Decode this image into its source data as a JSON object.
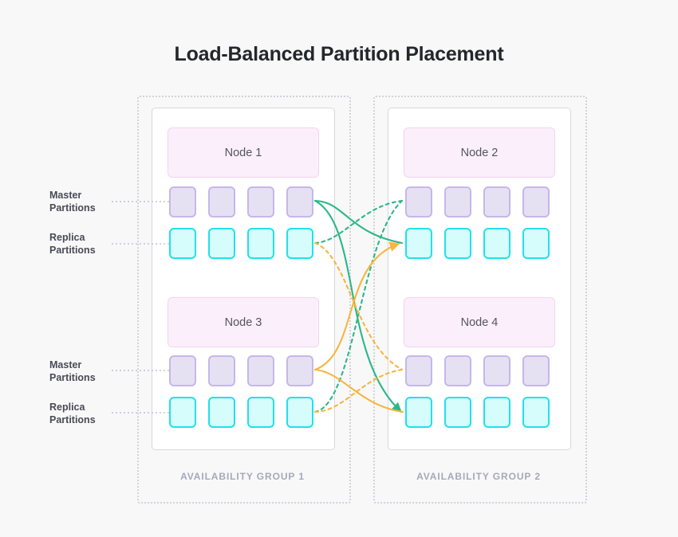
{
  "page": {
    "title": "Load-Balanced Partition Placement",
    "background_color": "#f8f8f9"
  },
  "colors": {
    "title_text": "#23262b",
    "node_fill": "#fbeffb",
    "node_border": "#f4d3f1",
    "node_text": "#555562",
    "master_fill": "#e5e1f3",
    "master_border": "#c6b7e9",
    "replica_fill": "#d6fcfc",
    "replica_border": "#22e0ea",
    "card_fill": "#ffffff",
    "card_border": "#d8d8dd",
    "frame_border": "#d2d2d8",
    "group_label": "#a7a7bb",
    "side_label": "#4a4a55",
    "leader_line": "#b6b6c2",
    "flow_green": "#2bb887",
    "flow_orange": "#f7b63e"
  },
  "availability_groups": [
    {
      "id": "ag1",
      "label": "AVAILABILITY GROUP 1",
      "nodes": [
        {
          "id": "node1",
          "label": "Node 1",
          "master_count": 4,
          "replica_count": 4
        },
        {
          "id": "node3",
          "label": "Node 3",
          "master_count": 4,
          "replica_count": 4
        }
      ]
    },
    {
      "id": "ag2",
      "label": "AVAILABILITY GROUP 2",
      "nodes": [
        {
          "id": "node2",
          "label": "Node 2",
          "master_count": 4,
          "replica_count": 4
        },
        {
          "id": "node4",
          "label": "Node 4",
          "master_count": 4,
          "replica_count": 4
        }
      ]
    }
  ],
  "side_labels": [
    {
      "id": "master-top",
      "line1": "Master",
      "line2": "Partitions"
    },
    {
      "id": "replica-top",
      "line1": "Replica",
      "line2": "Partitions"
    },
    {
      "id": "master-bottom",
      "line1": "Master",
      "line2": "Partitions"
    },
    {
      "id": "replica-bottom",
      "line1": "Replica",
      "line2": "Partitions"
    }
  ],
  "flows": [
    {
      "id": "flow-green-solid-1",
      "color": "#2bb887",
      "style": "solid",
      "from": "node1-master-4",
      "to": "node2-replica-1",
      "arrow": false
    },
    {
      "id": "flow-green-solid-2",
      "color": "#2bb887",
      "style": "solid",
      "from": "node1-master-4",
      "to": "node4-replica-1",
      "arrow": true
    },
    {
      "id": "flow-green-dashed-1",
      "color": "#2bb887",
      "style": "dashed",
      "from": "node1-replica-4",
      "to": "node2-master-1",
      "arrow": false
    },
    {
      "id": "flow-green-dashed-2",
      "color": "#2bb887",
      "style": "dashed",
      "from": "node3-replica-4",
      "to": "node2-master-1",
      "arrow": false
    },
    {
      "id": "flow-orange-solid-1",
      "color": "#f7b63e",
      "style": "solid",
      "from": "node3-master-4",
      "to": "node2-replica-1",
      "arrow": true
    },
    {
      "id": "flow-orange-solid-2",
      "color": "#f7b63e",
      "style": "solid",
      "from": "node3-master-4",
      "to": "node4-replica-1",
      "arrow": false
    },
    {
      "id": "flow-orange-dashed-1",
      "color": "#f7b63e",
      "style": "dashed",
      "from": "node1-replica-4",
      "to": "node4-master-1",
      "arrow": false
    },
    {
      "id": "flow-orange-dashed-2",
      "color": "#f7b63e",
      "style": "dashed",
      "from": "node3-replica-4",
      "to": "node4-master-1",
      "arrow": false
    }
  ]
}
